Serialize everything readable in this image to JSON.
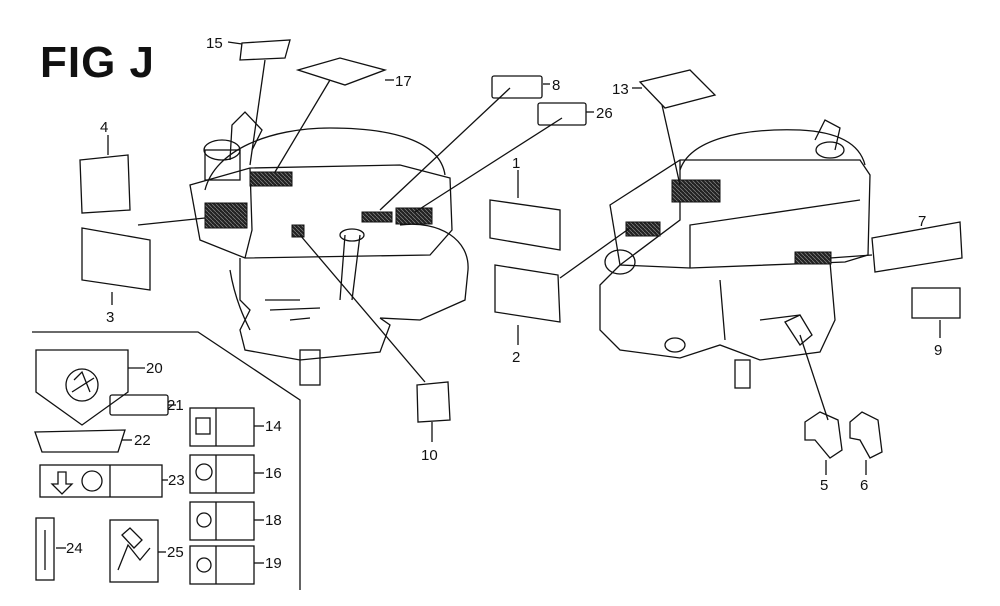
{
  "figure": {
    "title": "FIG J",
    "callouts": {
      "c1": "1",
      "c2": "2",
      "c3": "3",
      "c4": "4",
      "c5": "5",
      "c6": "6",
      "c7": "7",
      "c8": "8",
      "c9": "9",
      "c10": "10",
      "c13": "13",
      "c14": "14",
      "c15": "15",
      "c16": "16",
      "c17": "17",
      "c18": "18",
      "c19": "19",
      "c20": "20",
      "c21": "21",
      "c22": "22",
      "c23": "23",
      "c24": "24",
      "c25": "25",
      "c26": "26"
    }
  },
  "colors": {
    "ink": "#111111",
    "paper": "#ffffff",
    "fill_dark": "#1a1a1a"
  }
}
